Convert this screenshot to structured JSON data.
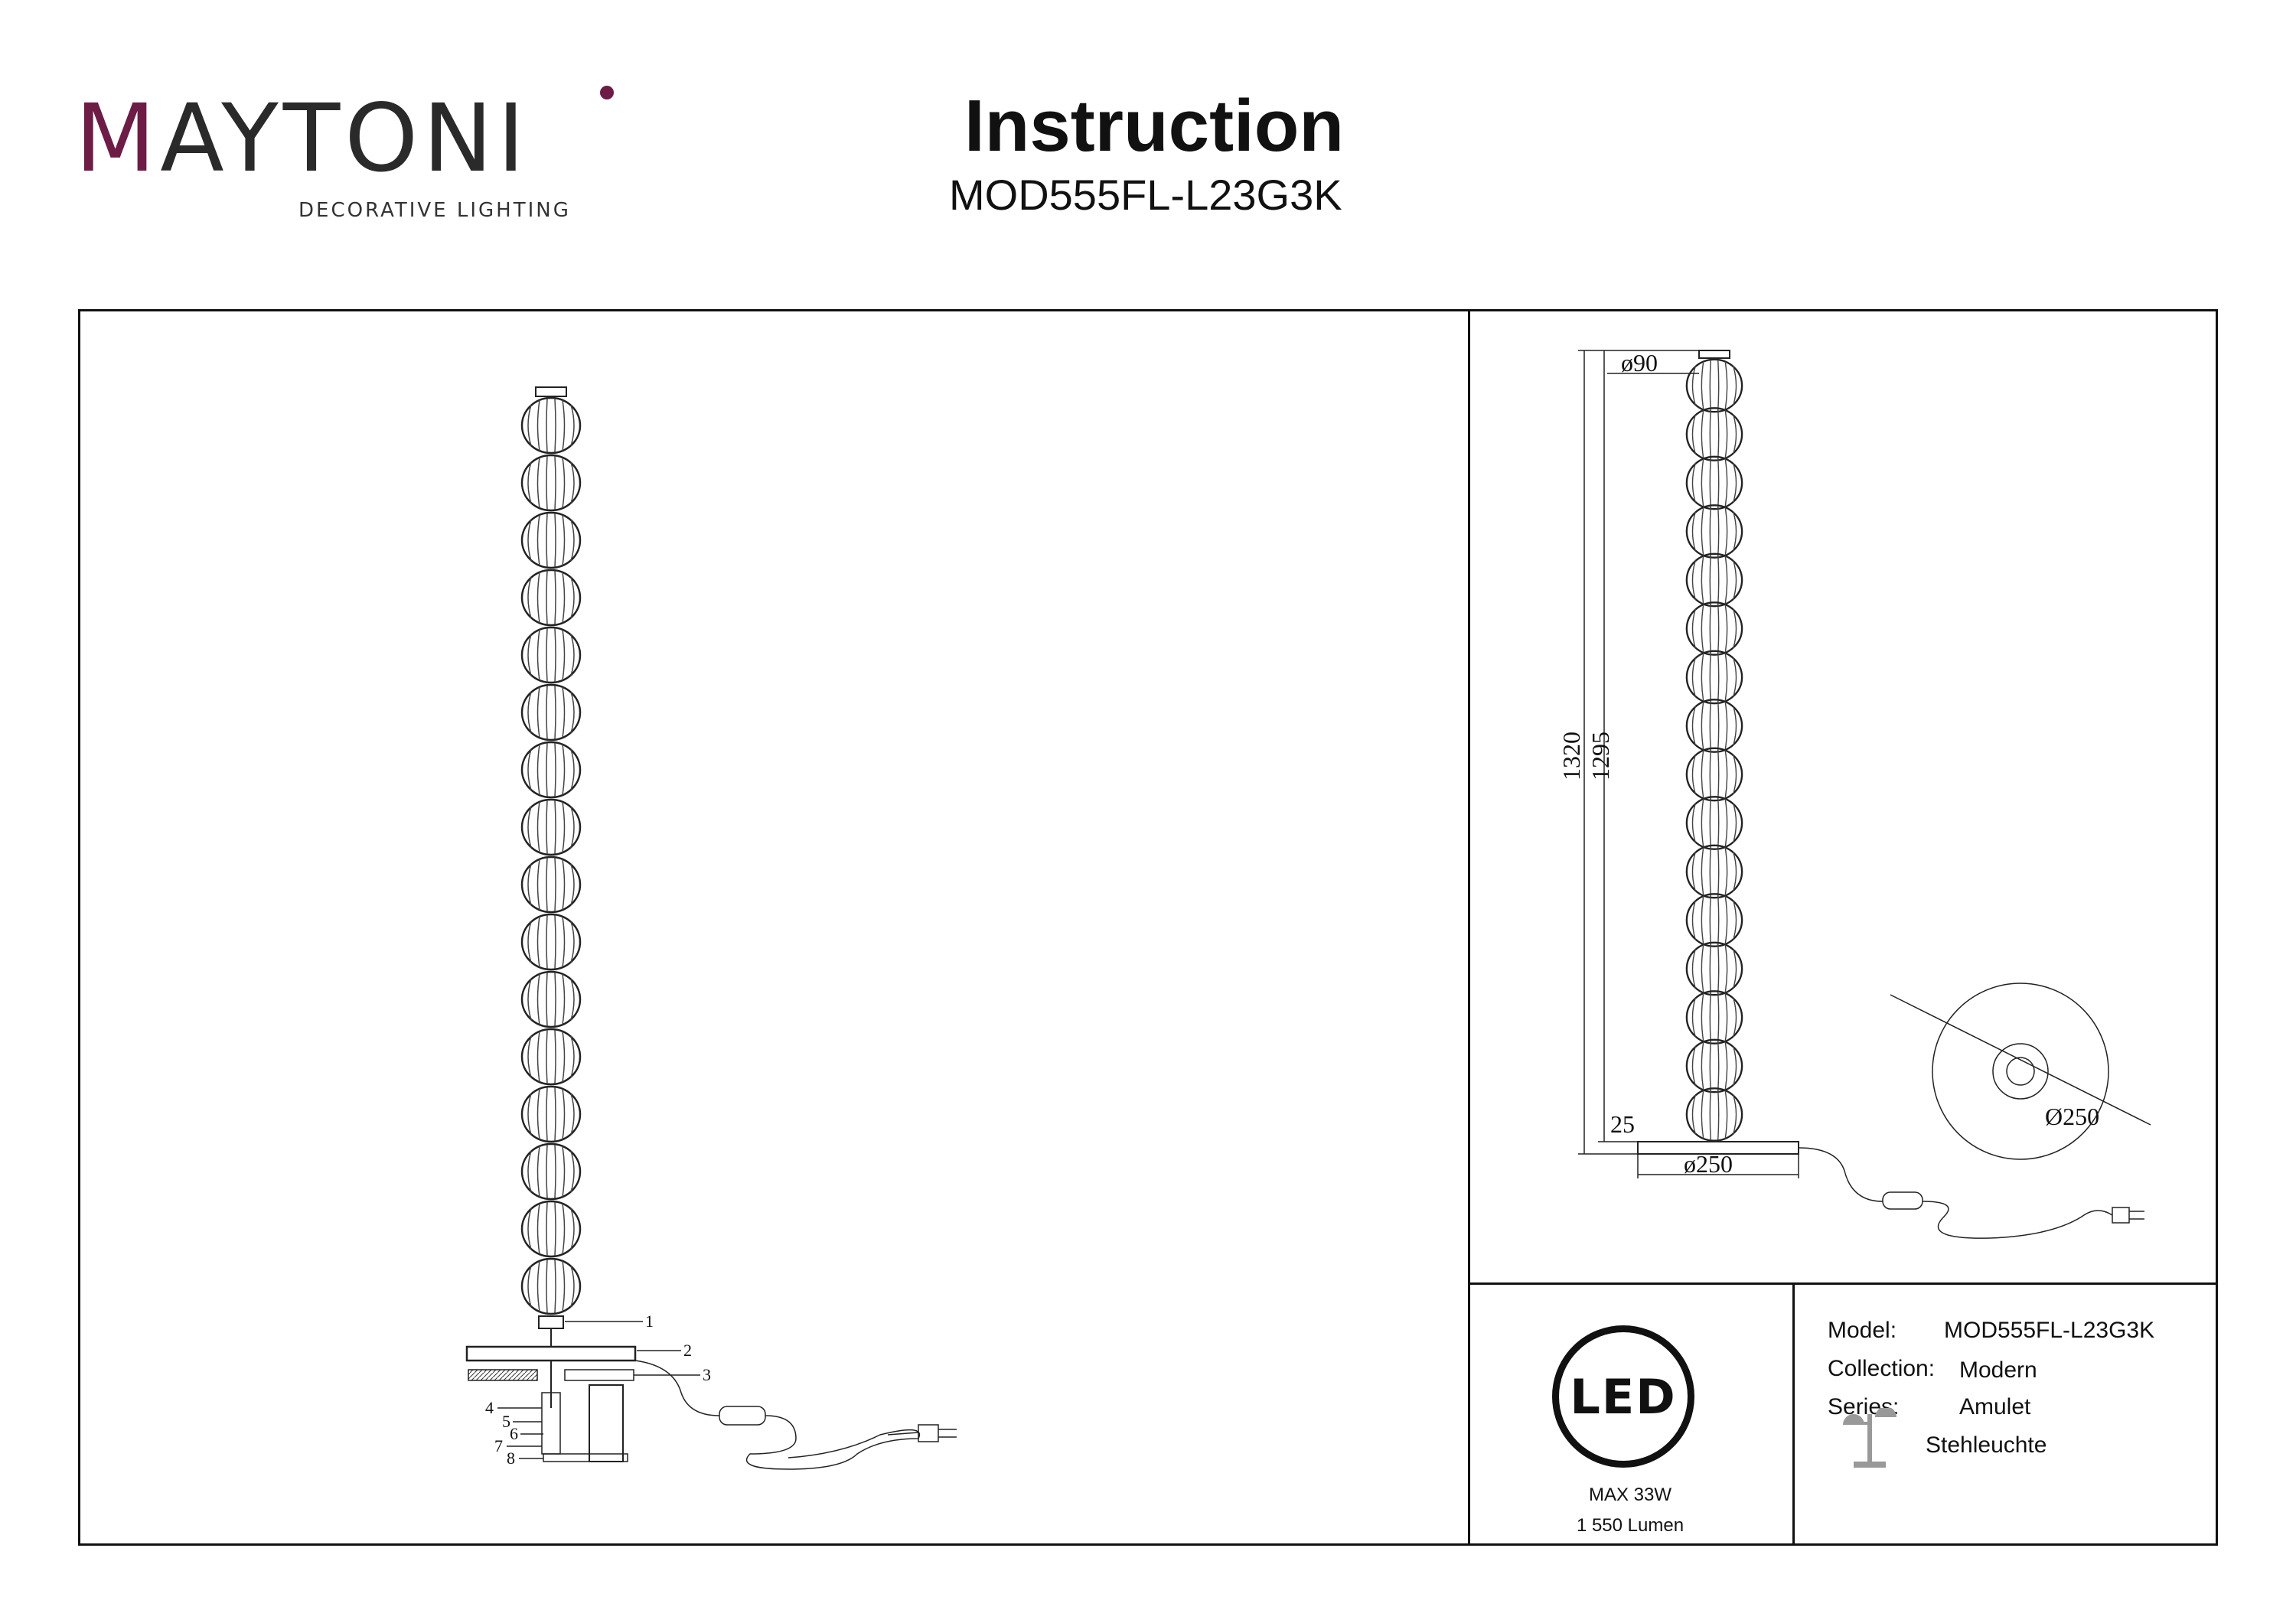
{
  "brand": {
    "logo_text": "MAYTONI",
    "tagline": "DECORATIVE LIGHTING",
    "accent_color": "#6d1c45"
  },
  "header": {
    "title": "Instruction",
    "model_code": "MOD555FL-L23G3K"
  },
  "assembly_diagram": {
    "callouts": [
      "1",
      "2",
      "3",
      "4",
      "5",
      "6",
      "7",
      "8"
    ]
  },
  "dimension_drawing": {
    "top_diameter": "ø90",
    "total_height": "1320",
    "body_height": "1295",
    "base_height": "25",
    "base_diameter_side": "ø250",
    "base_diameter_top": "Ø250"
  },
  "led_block": {
    "badge_text": "LED",
    "max_power": "MAX 33W",
    "lumen": "1 550 Lumen"
  },
  "product_info": {
    "model_label": "Model:",
    "model_value": "MOD555FL-L23G3K",
    "collection_label": "Collection:",
    "collection_value": "Modern",
    "series_label": "Series:",
    "series_value": "Amulet",
    "type_value": "Stehleuchte",
    "type_icon": "floor-lamp-icon"
  }
}
